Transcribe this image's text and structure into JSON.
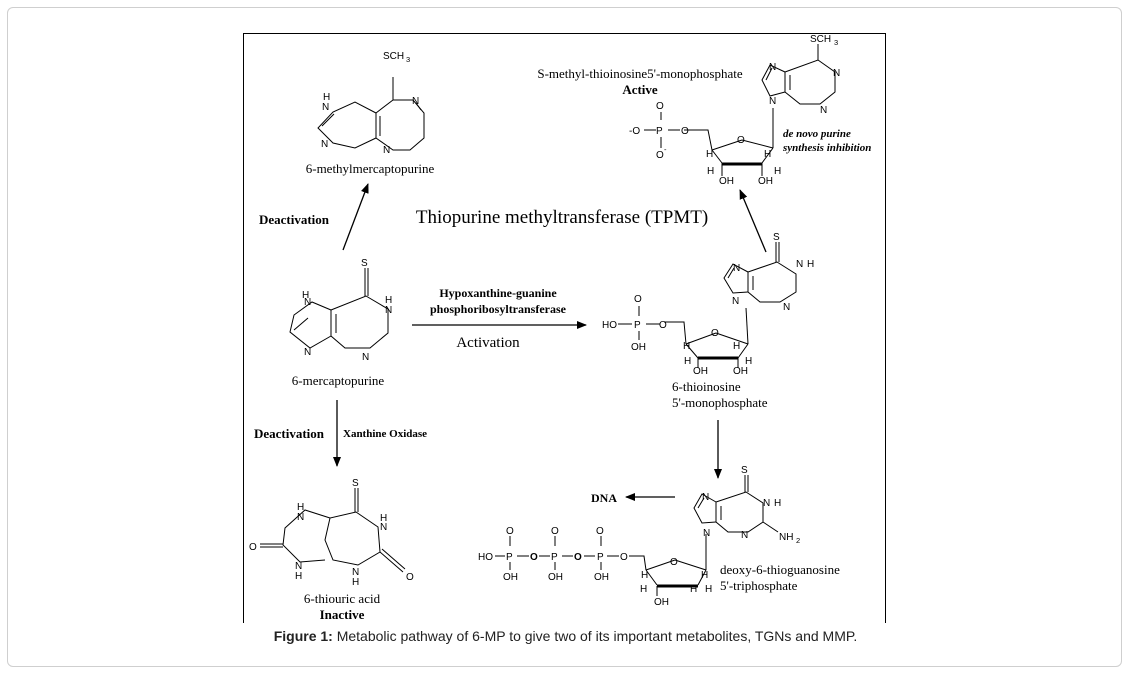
{
  "compounds": {
    "smp": "6-methylmercaptopurine",
    "mp": "6-mercaptopurine",
    "tua": "6-thiouric acid",
    "tua_status": "Inactive",
    "meTIMP": "S-methyl-thioinosine5'-monophosphate",
    "meTIMP_status": "Active",
    "meTIMP_effect_1": "de novo purine",
    "meTIMP_effect_2": "synthesis inhibition",
    "timp_1": "6-thioinosine",
    "timp_2": "5'-monophosphate",
    "dtgtp_1": "deoxy-6-thioguanosine",
    "dtgtp_2": "5'-triphosphate",
    "dna": "DNA"
  },
  "labels": {
    "deactivation": "Deactivation",
    "tpmt": "Thiopurine methyltransferase (TPMT)",
    "hgprt_1": "Hypoxanthine-guanine",
    "hgprt_2": "phosphoribosyltransferase",
    "activation": "Activation",
    "xanthine_oxidase": "Xanthine Oxidase"
  },
  "caption": {
    "prefix": "Figure 1:",
    "text": "Metabolic pathway of 6-MP to give two of its important metabolites, TGNs and MMP."
  }
}
